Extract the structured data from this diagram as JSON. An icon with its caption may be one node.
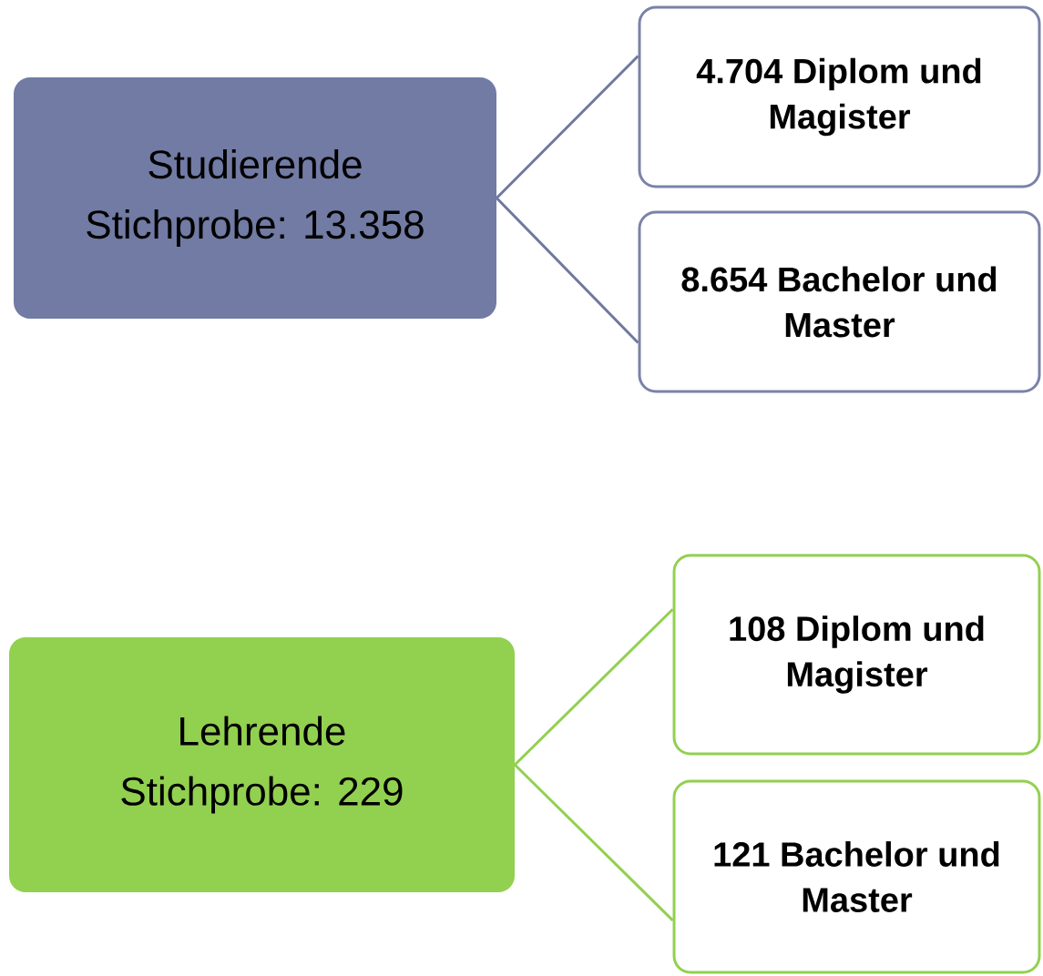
{
  "diagram": {
    "nodes": [
      {
        "text": [
          "Studierende",
          "Stichprobe: 13.358"
        ]
      },
      {
        "text": [
          "4.704 Diplom und Magister"
        ]
      },
      {
        "text": [
          "8.654 Bachelor und Master"
        ]
      },
      {
        "text": [
          "Lehrende",
          "Stichprobe: 229"
        ]
      },
      {
        "text": [
          "108 Diplom und Magister"
        ]
      },
      {
        "text": [
          "121 Bachelor und Master"
        ]
      }
    ],
    "edges": [
      {
        "from": 0,
        "to": 1,
        "arrow": "none",
        "color": "#6f789f"
      },
      {
        "from": 0,
        "to": 2,
        "arrow": "none",
        "color": "#6f789f"
      },
      {
        "from": 3,
        "to": 4,
        "arrow": "none",
        "color": "#92d050"
      },
      {
        "from": 3,
        "to": 5,
        "arrow": "none",
        "color": "#92d050"
      }
    ]
  }
}
